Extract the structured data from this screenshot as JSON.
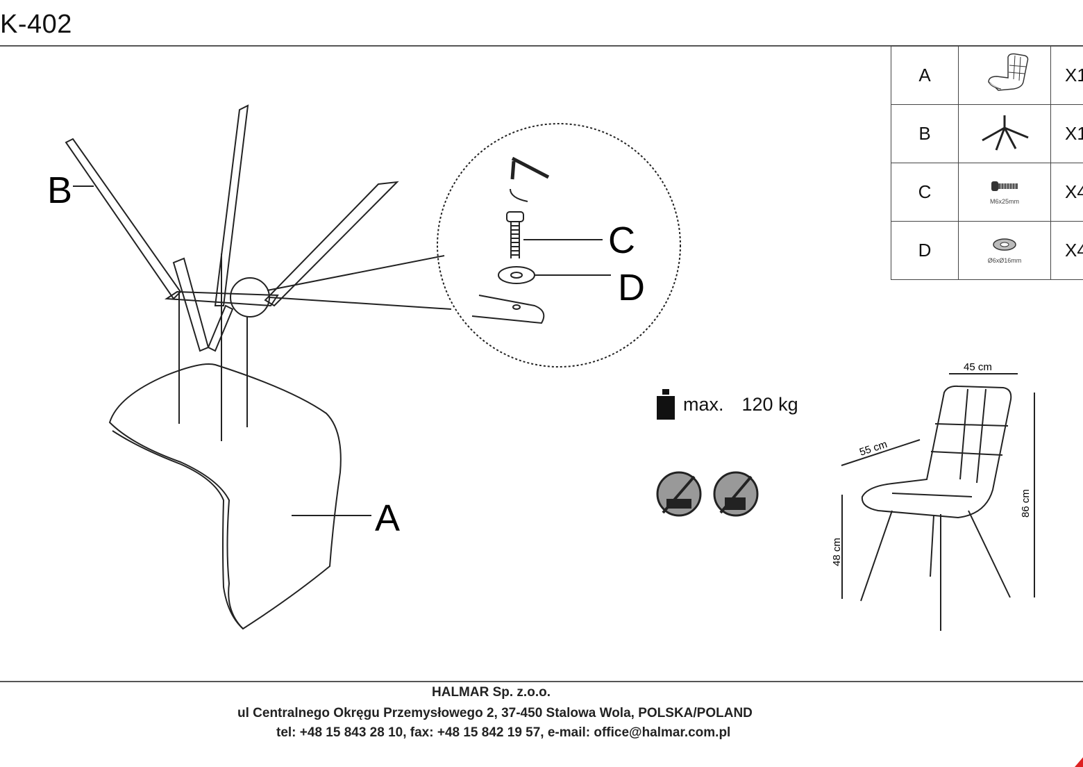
{
  "header": {
    "title": "K-402"
  },
  "parts": [
    {
      "label": "A",
      "icon": "chair-seat-icon",
      "qty": "X1",
      "spec": ""
    },
    {
      "label": "B",
      "icon": "chair-legs-frame-icon",
      "qty": "X1",
      "spec": ""
    },
    {
      "label": "C",
      "icon": "bolt-icon",
      "qty": "X4",
      "spec": "M6x25mm"
    },
    {
      "label": "D",
      "icon": "washer-icon",
      "qty": "X4",
      "spec": "Ø6xØ16mm"
    }
  ],
  "assembly": {
    "label_b": "B",
    "label_a": "A",
    "label_c": "C",
    "label_d": "D"
  },
  "max_load": {
    "prefix": "max.",
    "value": "120 kg"
  },
  "dimensions": {
    "width": "45 cm",
    "depth": "55 cm",
    "height": "86 cm",
    "seat_height": "48 cm"
  },
  "footer": {
    "company": "HALMAR Sp. z.o.o.",
    "address": "ul Centralnego Okręgu Przemysłowego 2, 37-450 Stalowa Wola, POLSKA/POLAND",
    "contact": "tel: +48 15 843 28 10, fax: +48 15 842 19 57, e-mail: office@halmar.com.pl"
  }
}
